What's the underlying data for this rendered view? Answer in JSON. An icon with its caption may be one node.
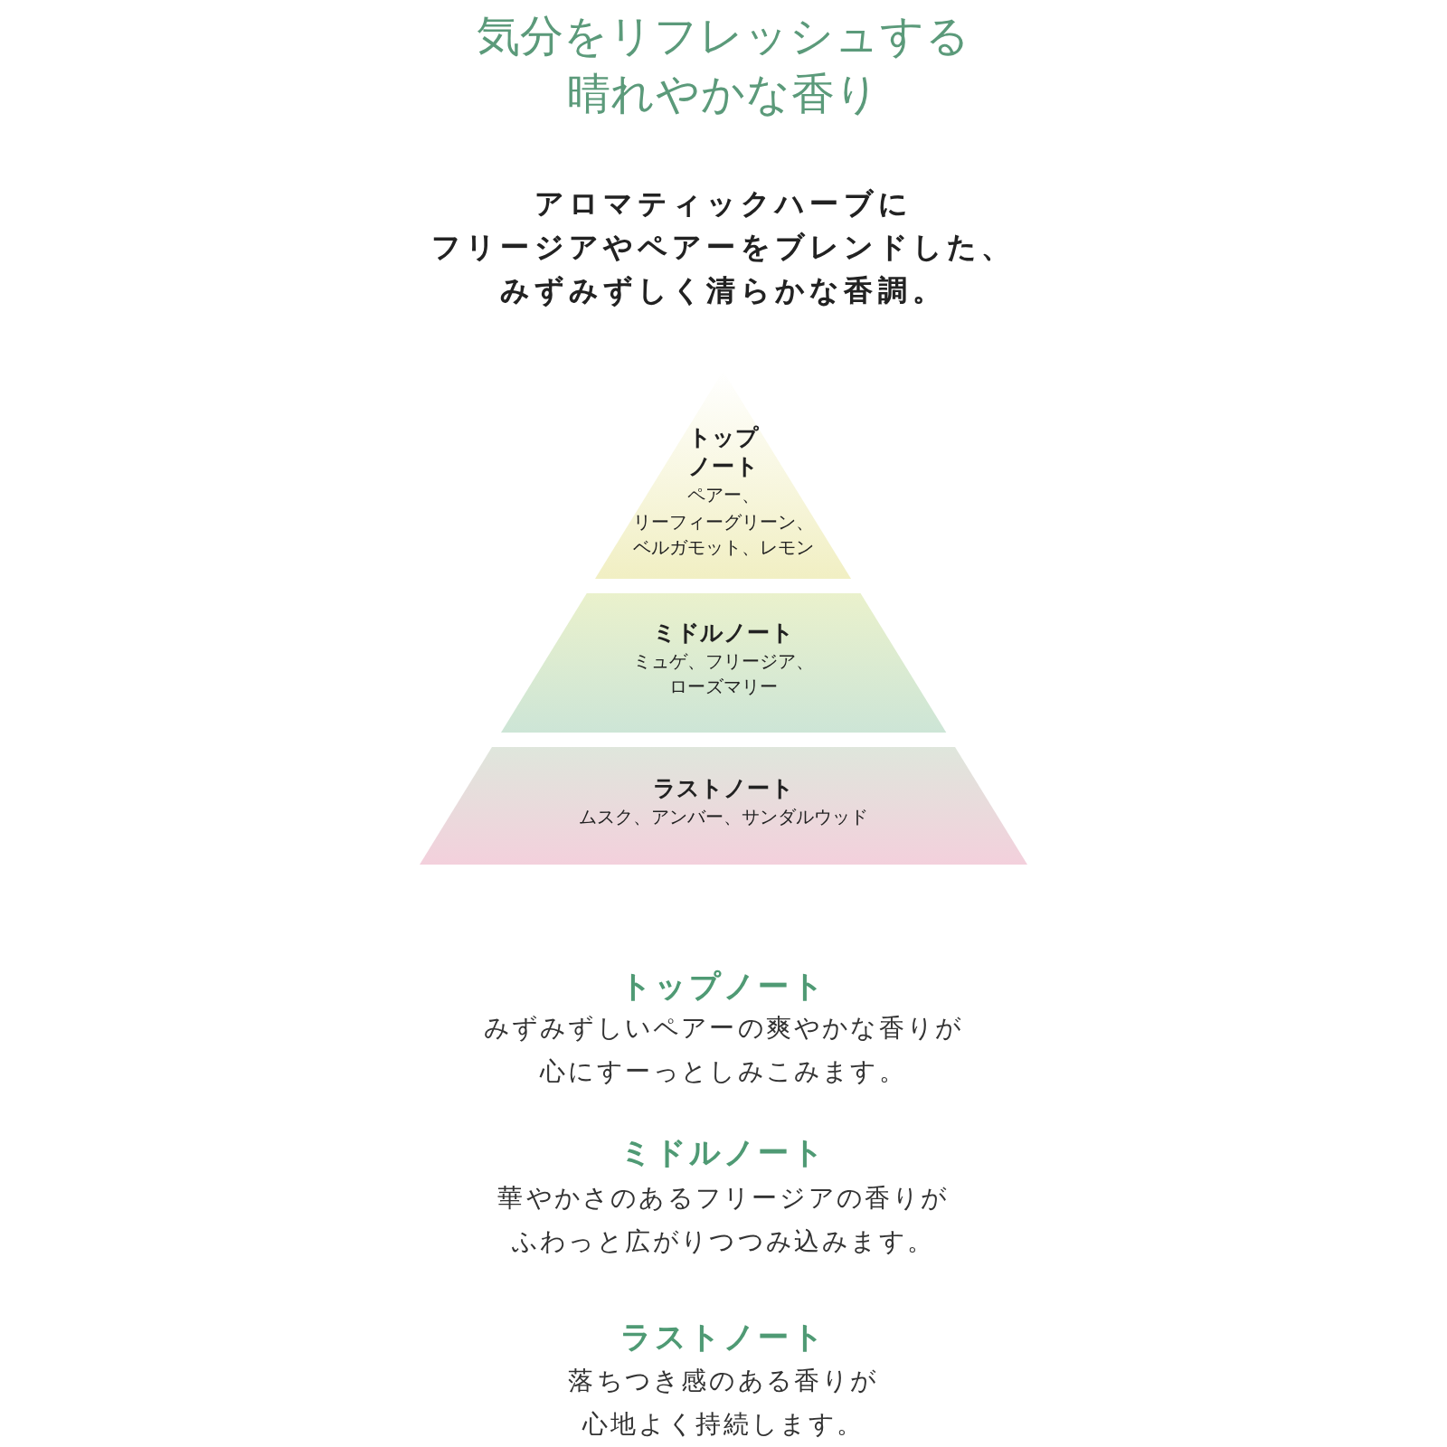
{
  "diagram": {
    "title": "気分をリフレッシュする晴れやかな香り",
    "nodes": [
      {
        "text": [
          "トップノート",
          "ペアー、リーフィーグリーン、ベルガモット、レモン"
        ]
      },
      {
        "text": [
          "ミドルノート",
          "ミュゲ、フリージア、ローズマリー"
        ]
      },
      {
        "text": [
          "ラストノート",
          "ムスク、アンバー、サンダルウッド"
        ]
      }
    ],
    "labels": [
      "アロマティックハーブにフリージアやペアーをブレンドした、みずみずしく清らかな香調。",
      "トップノート",
      "みずみずしいペアーの爽やかな香りが心にすーっとしみこみます。",
      "ミドルノート",
      "華やかさのあるフリージアの香りがふわっと広がりつつみ込みます。",
      "ラストノート",
      "落ちつき感のある香りが心地よく持続します。"
    ]
  }
}
